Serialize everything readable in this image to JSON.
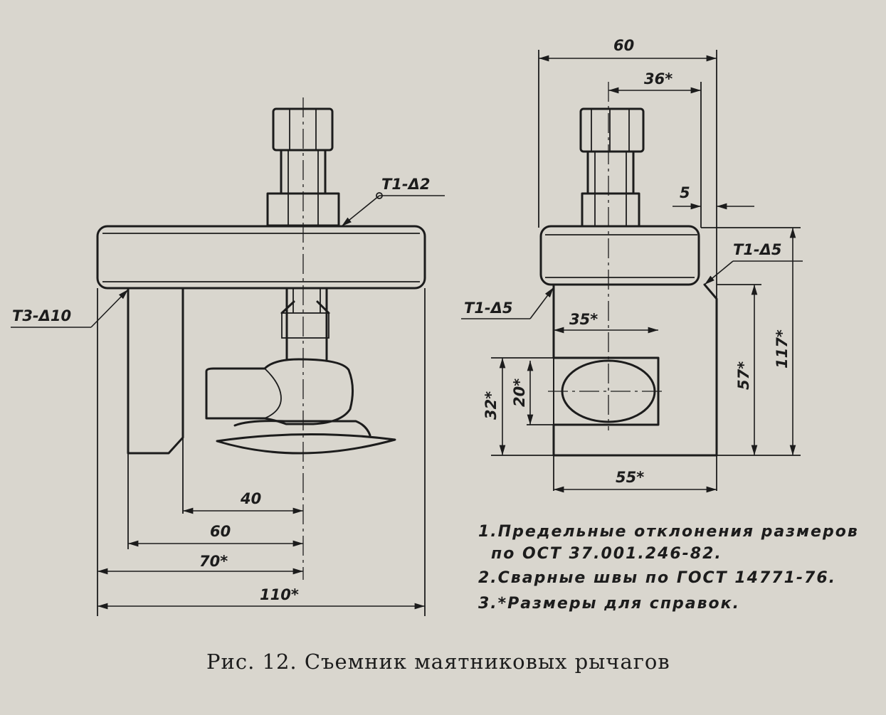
{
  "left_view": {
    "dimensions": {
      "d40": "40",
      "d60": "60",
      "d70": "70*",
      "d110": "110*"
    },
    "welds": {
      "top": "Т1-Δ2",
      "left": "Т3-Δ10"
    }
  },
  "right_view": {
    "dimensions": {
      "d60": "60",
      "d36": "36*",
      "d5": "5",
      "d35": "35*",
      "d32": "32*",
      "d20": "20*",
      "d57": "57*",
      "d117": "117*",
      "d55": "55*"
    },
    "welds": {
      "right": "Т1-Δ5",
      "left": "Т1-Δ5"
    }
  },
  "notes": [
    "1.Предельные отклонения размеров",
    "по ОСТ 37.001.246-82.",
    "2.Сварные швы по ГОСТ 14771-76.",
    "3.*Размеры для справок."
  ],
  "caption": "Рис. 12. Съемник маятниковых рычагов"
}
